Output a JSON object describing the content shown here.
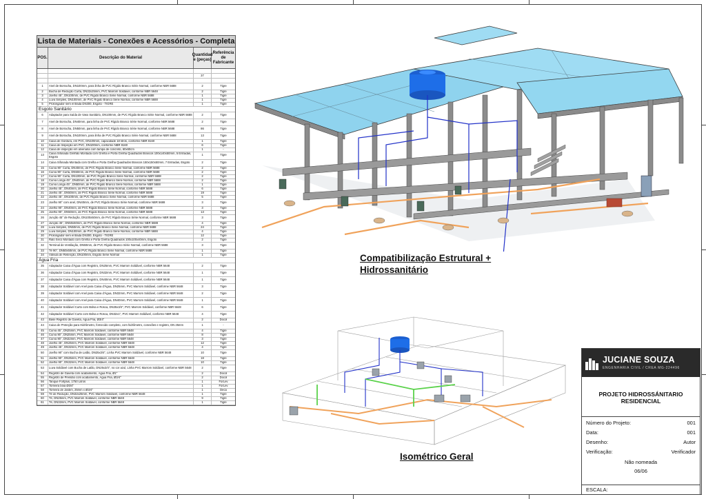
{
  "table": {
    "title": "Lista de Materiais - Conexões e Acessórios - Completa",
    "headers": {
      "pos": "POS.",
      "desc": "Descrição do Material",
      "qty": "Quantidad e (peças)",
      "ref": "Referência de Fabricante"
    },
    "total_qty": "37",
    "group0": [
      {
        "pos": "1",
        "desc": "Anel de Borracha, DN100mm, para linha de PVC Rígido Branco Série Normal, conforme NBR 5688",
        "qty": "2",
        "ref": "Tigre"
      },
      {
        "pos": "2",
        "desc": "Bucha de Redução Curta, DN32x25mm, PVC Marrom Soldável, conforme NBR 5648",
        "qty": "2",
        "ref": "Tigre"
      },
      {
        "pos": "3",
        "desc": "Joelho 45°, DN100mm, de PVC Rígido Branco Série Normal, conforme NBR 5688",
        "qty": "1",
        "ref": "Tigre"
      },
      {
        "pos": "4",
        "desc": "Luva Simples, DN100mm, de PVC Rígido Branco Série Normal, conforme NBR 5688",
        "qty": "1",
        "ref": "Tigre"
      },
      {
        "pos": "5",
        "desc": "Prolongador sem entrada DN300, Esgoto - TIGRE",
        "qty": "1",
        "ref": "Tigre"
      }
    ],
    "section_esgoto": "Esgoto Sanitário",
    "esgoto": [
      {
        "pos": "6",
        "desc": "Adaptador para Saída de Vaso Sanitário, DN100mm, de PVC Rígido Branco Série Normal, conforme NBR 5688",
        "qty": "2",
        "ref": "Tigre"
      },
      {
        "pos": "7",
        "desc": "Anel de Borracha, DN40mm, para linha de PVC Rígido Branco Série Normal, conforme NBR 5688",
        "qty": "2",
        "ref": "Tigre"
      },
      {
        "pos": "8",
        "desc": "Anel de Borracha, DN50mm, para linha de PVC Rígido Branco Série Normal, conforme NBR 5688",
        "qty": "86",
        "ref": "Tigre"
      },
      {
        "pos": "9",
        "desc": "Anel de Borracha, DN100mm, para linha de PVC Rígido Branco Série Normal, conforme NBR 5688",
        "qty": "13",
        "ref": "Tigre"
      },
      {
        "pos": "10",
        "desc": "Caixa de Gordura, em PVC, DN100mm, capacidade 18 litros, conforme NBR 8160",
        "qty": "1",
        "ref": "Tigre"
      },
      {
        "pos": "11",
        "desc": "Caixa de Inspeção em PVC, DN100mm, conforme NBR 8160",
        "qty": "6",
        "ref": "Tigre"
      },
      {
        "pos": "12",
        "desc": "Caixa de inspeção em alvenaria com tampa de concreto, 60x60cm",
        "qty": "1",
        "ref": "-"
      },
      {
        "pos": "13",
        "desc": "Caixa Sifonada Grelhão Montada com Grelha e Porta Grelha Quadrados Brancos 100x140x50mm, 5 Entradas, Esgoto",
        "qty": "1",
        "ref": "Tigre"
      },
      {
        "pos": "14",
        "desc": "Caixa Sifonada Montada com Grelha e Porta Grelha Quadrados Brancos 150x150x50mm, 7 Entradas, Esgoto",
        "qty": "2",
        "ref": "Tigre"
      },
      {
        "pos": "15",
        "desc": "Curva 90° Curta, DN40mm, de PVC Rígido Branco Série Normal, conforme NBR 5688",
        "qty": "2",
        "ref": "Tigre"
      },
      {
        "pos": "16",
        "desc": "Curva 90° Curta, DN50mm, de PVC Rígido Branco Série Normal, conforme NBR 5688",
        "qty": "2",
        "ref": "Tigre"
      },
      {
        "pos": "17",
        "desc": "Curva 90° Curta, DN100mm, de PVC Rígido Branco Série Normal, conforme NBR 5688",
        "qty": "2",
        "ref": "Tigre"
      },
      {
        "pos": "18",
        "desc": "Curva Longa 45°, DN40mm, de PVC Rígido Branco Série Normal, conforme NBR 5688",
        "qty": "2",
        "ref": "Tigre"
      },
      {
        "pos": "19",
        "desc": "Curva Longa 45°, DN50mm, de PVC Rígido Branco Série Normal, conforme NBR 5688",
        "qty": "1",
        "ref": "Tigre"
      },
      {
        "pos": "20",
        "desc": "Joelho 45°, DN40mm, de PVC Rígido Branco Série Normal, conforme NBR 5688",
        "qty": "6",
        "ref": "Tigre"
      },
      {
        "pos": "21",
        "desc": "Joelho 45°, DN50mm, de PVC Rígido Branco Série Normal, conforme NBR 5688",
        "qty": "19",
        "ref": "Tigre"
      },
      {
        "pos": "22",
        "desc": "Joelho 45°, DN100mm, de PVC Rígido Branco Série Normal, conforme NBR 5688",
        "qty": "5",
        "ref": "Tigre"
      },
      {
        "pos": "23",
        "desc": "Joelho 90° com anel, DN40mm, de PVC Rígido Branco Série Normal, conforme NBR 5688",
        "qty": "3",
        "ref": "Tigre"
      },
      {
        "pos": "24",
        "desc": "Joelho 90°, DN40mm, de PVC Rígido Branco Série Normal, conforme NBR 5688",
        "qty": "3",
        "ref": "Tigre"
      },
      {
        "pos": "25",
        "desc": "Joelho 90°, DN50mm, de PVC Rígido Branco Série Normal, conforme NBR 5688",
        "qty": "13",
        "ref": "Tigre"
      },
      {
        "pos": "26",
        "desc": "Junção 45° de Redução, DN100x50mm, de PVC Rígido Branco Série Normal, conforme NBR 5688",
        "qty": "3",
        "ref": "Tigre"
      },
      {
        "pos": "27",
        "desc": "Junção 45°, DN50x50mm, de PVC Rígido Branco Série Normal, conforme NBR 5688",
        "qty": "4",
        "ref": "Tigre"
      },
      {
        "pos": "28",
        "desc": "Luva Simples, DN50mm, de PVC Rígido Branco Série Normal, conforme NBR 5688",
        "qty": "24",
        "ref": "Tigre"
      },
      {
        "pos": "29",
        "desc": "Luva Simples, DN100mm, de PVC Rígido Branco Série Normal, conforme NBR 5688",
        "qty": "4",
        "ref": "Tigre"
      },
      {
        "pos": "30",
        "desc": "Prolongador sem entrada DN300, Esgoto - TIGRE",
        "qty": "12",
        "ref": "Tigre"
      },
      {
        "pos": "31",
        "desc": "Ralo Seco Montado com Grelha e Porta Grelha Quadrados 100x100x40mm, Esgoto",
        "qty": "2",
        "ref": "Tigre"
      },
      {
        "pos": "32",
        "desc": "Terminal de Ventilação, DN50mm, de PVC Rígido Branco Série Normal, conforme NBR 5688",
        "qty": "3",
        "ref": "Tigre"
      },
      {
        "pos": "33",
        "desc": "Tê 90°, DN50x50mm, de PVC Rígido Branco Série Normal, conforme NBR 5688",
        "qty": "1",
        "ref": "Tigre"
      },
      {
        "pos": "34",
        "desc": "Válvula de Retenção, DN100mm, Esgoto Série Normal",
        "qty": "1",
        "ref": "Tigre"
      }
    ],
    "section_agua": "Água Fria",
    "agua": [
      {
        "pos": "35",
        "desc": "Adaptador Caixa d'Água com Registro, DN25mm, PVC Marrom Soldável, conforme NBR 5648",
        "qty": "2",
        "ref": "Tigre"
      },
      {
        "pos": "36",
        "desc": "Adaptador Caixa d'Água com Registro, DN32mm, PVC Marrom Soldável, conforme NBR 5648",
        "qty": "1",
        "ref": "Tigre"
      },
      {
        "pos": "37",
        "desc": "Adaptador Caixa d'Água com Registro, DN40mm, PVC Marrom Soldável, conforme NBR 5648",
        "qty": "1",
        "ref": "Tigre"
      },
      {
        "pos": "38",
        "desc": "Adaptador Soldável com Anel para Caixa d'Água, DN25mm, PVC Marrom Soldável, conforme NBR 5648",
        "qty": "3",
        "ref": "Tigre"
      },
      {
        "pos": "39",
        "desc": "Adaptador Soldável com Anel para Caixa d'Água, DN32mm, PVC Marrom Soldável, conforme NBR 5648",
        "qty": "2",
        "ref": "Tigre"
      },
      {
        "pos": "40",
        "desc": "Adaptador Soldável com Anel para Caixa d'Água, DN40mm, PVC Marrom Soldável, conforme NBR 5648",
        "qty": "1",
        "ref": "Tigre"
      },
      {
        "pos": "41",
        "desc": "Adaptador Soldável Curto com Bolsa e Rosca, DN25x3/4\", PVC Marrom Soldável, conforme NBR 5648",
        "qty": "6",
        "ref": "Tigre"
      },
      {
        "pos": "42",
        "desc": "Adaptador Soldável Curto com Bolsa e Rosca, DN32x1\", PVC Marrom Soldável, conforme NBR 5648",
        "qty": "4",
        "ref": "Tigre"
      },
      {
        "pos": "43",
        "desc": "Base Registro de Gaveta, Água Fria, Ø3/4\"",
        "qty": "2",
        "ref": "Docol"
      },
      {
        "pos": "44",
        "desc": "Caixa de Proteção para Hidrômetro, fornecido completo, com hidrômetro, conexões e registro, DN 25mm",
        "qty": "1",
        "ref": "-"
      },
      {
        "pos": "45",
        "desc": "Curva 45°, DN25mm, PVC Marrom Soldável, conforme NBR 5648",
        "qty": "4",
        "ref": "Tigre"
      },
      {
        "pos": "46",
        "desc": "Curva 90°, DN25mm, PVC Marrom Soldável, conforme NBR 5648",
        "qty": "8",
        "ref": "Tigre"
      },
      {
        "pos": "47",
        "desc": "Curva 90°, DN32mm, PVC Marrom Soldável, conforme NBR 5648",
        "qty": "3",
        "ref": "Tigre"
      },
      {
        "pos": "48",
        "desc": "Joelho 45°, DN25mm, PVC Marrom Soldável, conforme NBR 5648",
        "qty": "12",
        "ref": "Tigre"
      },
      {
        "pos": "49",
        "desc": "Joelho 45°, DN32mm, PVC Marrom Soldável, conforme NBR 5648",
        "qty": "4",
        "ref": "Tigre"
      },
      {
        "pos": "50",
        "desc": "Joelho 90° com Bucha de Latão, DN25x3/4\", Linha PVC Marrom Soldável, conforme NBR 5648",
        "qty": "10",
        "ref": "Tigre"
      },
      {
        "pos": "51",
        "desc": "Joelho 90°, DN25mm, PVC Marrom Soldável, conforme NBR 5648",
        "qty": "18",
        "ref": "Tigre"
      },
      {
        "pos": "52",
        "desc": "Joelho 90°, DN32mm, PVC Marrom Soldável, conforme NBR 5648",
        "qty": "10",
        "ref": "Tigre"
      },
      {
        "pos": "53",
        "desc": "Luva Soldável com Bucha de Latão, DN25x3/4\", no cor azul, Linha PVC Marrom Soldável, conforme NBR 5648",
        "qty": "2",
        "ref": "Tigre"
      },
      {
        "pos": "54",
        "desc": "Registro de Gaveta com acabamento, Água Fria, Ø1\"",
        "qty": "2",
        "ref": "Docol"
      },
      {
        "pos": "55",
        "desc": "Registro de Pressão com acabamento, Água Fria, Ø3/4\"",
        "qty": "2",
        "ref": "Docol"
      },
      {
        "pos": "56",
        "desc": "Tanque Fortplus, 1750 Litros",
        "qty": "1",
        "ref": "ForLev"
      },
      {
        "pos": "57",
        "desc": "Torneira bóia Ø3/4\"",
        "qty": "1",
        "ref": "ForLev"
      },
      {
        "pos": "58",
        "desc": "Torneira de Jardim, 25mm x Ø3/4\"",
        "qty": "1",
        "ref": "Deca"
      },
      {
        "pos": "59",
        "desc": "Tê de Redução, DN32x25mm, PVC Marrom Soldável, conforme NBR 5648",
        "qty": "1",
        "ref": "Tigre"
      },
      {
        "pos": "60",
        "desc": "Tê, DN25mm, PVC Marrom Soldável, conforme NBR 5648",
        "qty": "9",
        "ref": "Tigre"
      },
      {
        "pos": "61",
        "desc": "Tê, DN32mm, PVC Marrom Soldável, conforme NBR 5648",
        "qty": "1",
        "ref": "Tigre"
      }
    ]
  },
  "captions": {
    "structural_line1": "Compatibilização Estrutural +",
    "structural_line2": "Hidrossanitário",
    "isometric": "Isométrico Geral"
  },
  "title_block": {
    "company": "JUCIANE SOUZA",
    "tagline": "ENGENHARIA CIVIL / CREA MG-224496",
    "project_line1": "PROJETO HIDROSSÁNITARIO",
    "project_line2": "RESIDENCIAL",
    "project_number_label": "Número do Projeto:",
    "project_number": "001",
    "date_label": "Data:",
    "date": "001",
    "drawing_label": "Desenho:",
    "drawing": "Autor",
    "check_label": "Verificação:",
    "check": "Verificador",
    "status": "Não nomeada",
    "sheet": "06/06",
    "scale_label": "ESCALA:"
  }
}
